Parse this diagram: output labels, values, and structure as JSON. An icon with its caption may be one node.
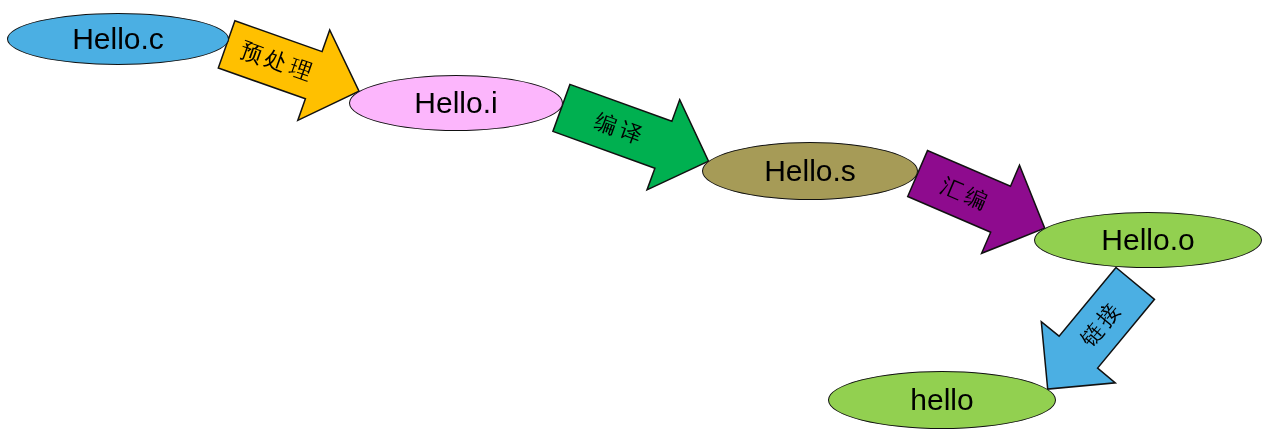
{
  "diagram": {
    "nodes": [
      {
        "text": [
          "Hello.c"
        ]
      },
      {
        "text": [
          "Hello.i"
        ]
      },
      {
        "text": [
          "Hello.s"
        ]
      },
      {
        "text": [
          "Hello.o"
        ]
      },
      {
        "text": [
          "hello"
        ]
      }
    ],
    "edges": [
      {
        "from": 0,
        "to": 1,
        "arrow": "to",
        "label": "预处理",
        "color": "#ffc000"
      },
      {
        "from": 1,
        "to": 2,
        "arrow": "to",
        "label": "编译",
        "color": "#00b050"
      },
      {
        "from": 2,
        "to": 3,
        "arrow": "to",
        "label": "汇编",
        "color": "#8e0b8e"
      },
      {
        "from": 3,
        "to": 4,
        "arrow": "to",
        "label": "链接",
        "color": "#4bafe3"
      }
    ]
  }
}
